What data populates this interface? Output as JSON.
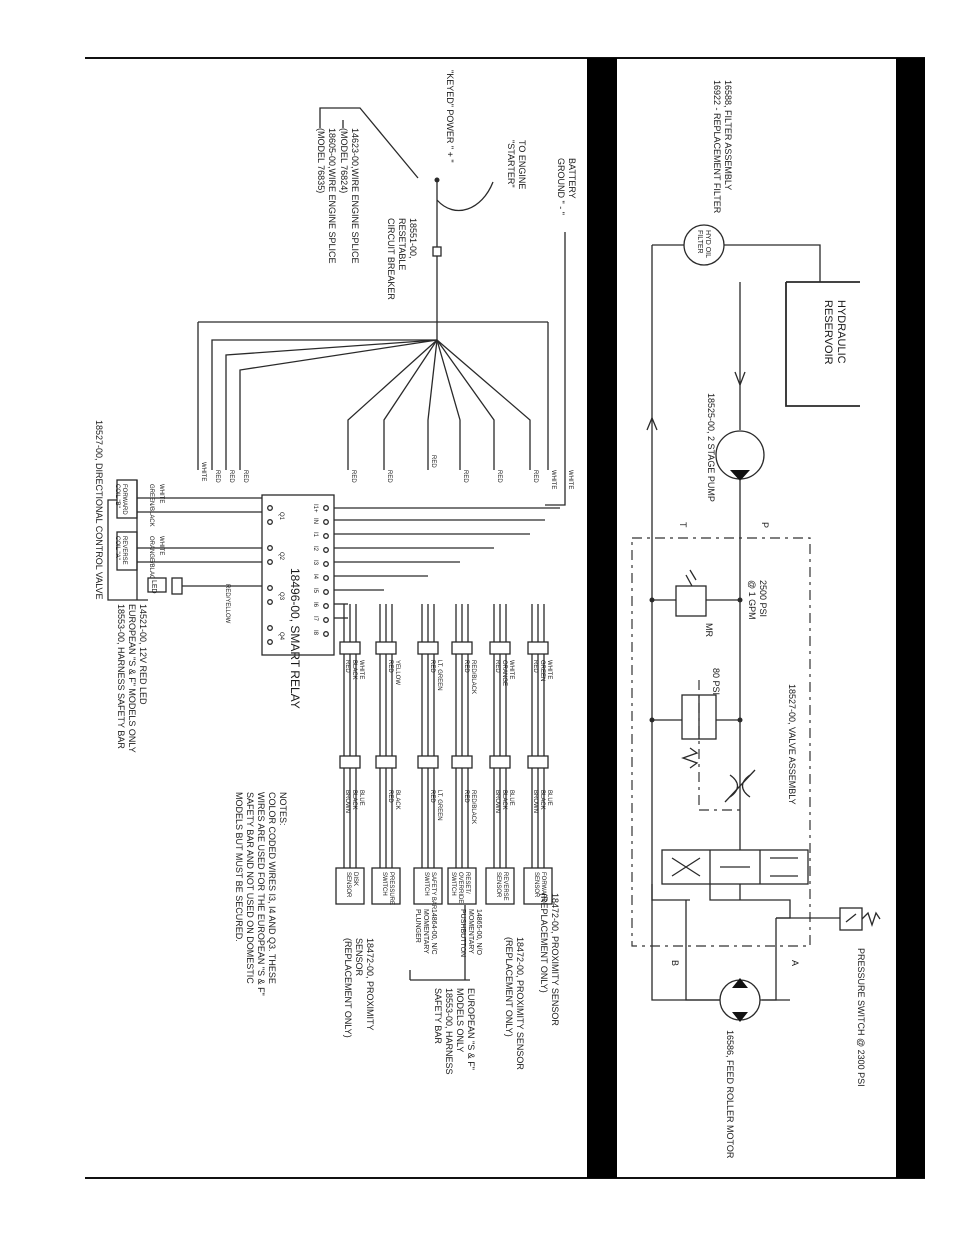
{
  "electrical": {
    "battery_ground": [
      "BATTERY",
      "GROUND \" - \""
    ],
    "to_engine": [
      "TO ENGINE",
      "\"STARTER\""
    ],
    "keyed_power": "\"KEYED\" POWER \" + \"",
    "circuit_breaker": [
      "18551-00,",
      "RESETABLE",
      "CIRCUIT BREAKER"
    ],
    "splice_a": [
      "14623-00,WIRE ENGINE SPLICE",
      "(MODEL 76824)"
    ],
    "splice_b": [
      "18605-00,WIRE ENGINE SPLICE",
      "(MODEL 76835)"
    ],
    "smart_relay": "18496-00, SMART RELAY",
    "relay_terminals": [
      "I1+",
      "IN",
      "I1",
      "I2",
      "I3",
      "I4",
      "I5",
      "I6",
      "I7",
      "I8"
    ],
    "relay_outputs": [
      "Q1",
      "Q2",
      "Q3",
      "Q4"
    ],
    "wire_labels": {
      "white": "WHITE",
      "red": "RED",
      "green_black": "GREEN/BLACK",
      "orange_black": "ORANGE/BLACK",
      "red_yellow": "RED/YELLOW",
      "forward_coil": [
        "FORWARD",
        "COIL \"B\""
      ],
      "reverse_coil": [
        "REVERSE",
        "COIL \"A\""
      ],
      "led": "LED"
    },
    "harness_groups": [
      [
        "WHITE",
        "GREEN",
        "RED"
      ],
      [
        "WHITE",
        "ORANGE",
        "RED"
      ],
      [
        "RED/BLACK",
        "RED"
      ],
      [
        "LT. GREEN",
        "RED"
      ],
      [
        "YELLOW",
        "RED"
      ],
      [
        "WHITE",
        "BLACK",
        "RED"
      ]
    ],
    "sensor_groups": [
      [
        "BLUE",
        "BLACK",
        "BROWN"
      ],
      [
        "BLUE",
        "BLACK",
        "BROWN"
      ],
      [
        "RED/BLACK",
        "RED"
      ],
      [
        "LT. GREEN",
        "RED"
      ],
      [
        "BLACK",
        "RED"
      ],
      [
        "BLUE",
        "BLACK",
        "BROWN"
      ]
    ],
    "devices": [
      [
        "FORWARD",
        "SENSOR"
      ],
      [
        "REVERSE",
        "SENSOR"
      ],
      [
        "RESET/",
        "OVERRIDE",
        "SWITCH"
      ],
      [
        "SAFETY BAR",
        "SWITCH"
      ],
      [
        "PRESSURE",
        "SWITCH"
      ],
      [
        "DISK",
        "SENSOR"
      ]
    ],
    "callouts": {
      "forward_prox": [
        "18472-00, PROXIMITY SENSOR",
        "(REPLACEMENT ONLY)"
      ],
      "reverse_prox": [
        "18472-00, PROXIMITY SENSOR",
        "(REPLACEMENT ONLY)"
      ],
      "reset_button": [
        "14865-00, N/O",
        "MOMENTARY",
        "PUSHBUTTON"
      ],
      "safety_plunger": [
        "14864-00, N/C",
        "MOMENTARY",
        "PLUNGER"
      ],
      "european_models": [
        "EUROPEAN \"S & F\"",
        "MODELS ONLY",
        "18553-00, HARNESS",
        "SAFETY BAR"
      ],
      "disk_prox": [
        "18472-00, PROXIMITY",
        "SENSOR",
        "(REPLACEMENT ONLY)"
      ]
    },
    "notes": [
      "NOTES:",
      "COLOR CODED WIRES I3, I4 AND Q3. THESE",
      "WIRES ARE USED FOR THE EUROPEAN \"S & F\"",
      "SAFETY BAR AND NOT USED ON DOMESTIC",
      "MODELS BUT MUST BE SECURED."
    ],
    "led_callout": [
      "14521-00, 12V RED LED",
      "EUROPEAN \"S & F\" MODELS ONLY",
      "18553-00, HARNESS SAFETY BAR"
    ],
    "directional_valve": "18527-00, DIRECTIONAL CONTROL VALVE"
  },
  "hydraulic": {
    "filter_assembly": [
      "16588, FILTER ASSEMBLY",
      "16922 - REPLACEMENT FILTER"
    ],
    "filter_label": [
      "HYD OIL",
      "FILTER"
    ],
    "reservoir": [
      "HYDRAULIC",
      "RESERVOIR"
    ],
    "pump": "18525-00, 2 STAGE PUMP",
    "port_t": "T",
    "port_p": "P",
    "relief": [
      "2500 PSI",
      "@ 1 GPM"
    ],
    "mr": "MR",
    "check_psi": "80 PSI",
    "valve_assembly": "18527-00, VALVE ASSEMBLY",
    "port_b": "B",
    "port_a": "A",
    "pressure_switch": "PRESSURE SWITCH @ 2300 PSI",
    "motor": "16586, FEED ROLLER MOTOR"
  }
}
